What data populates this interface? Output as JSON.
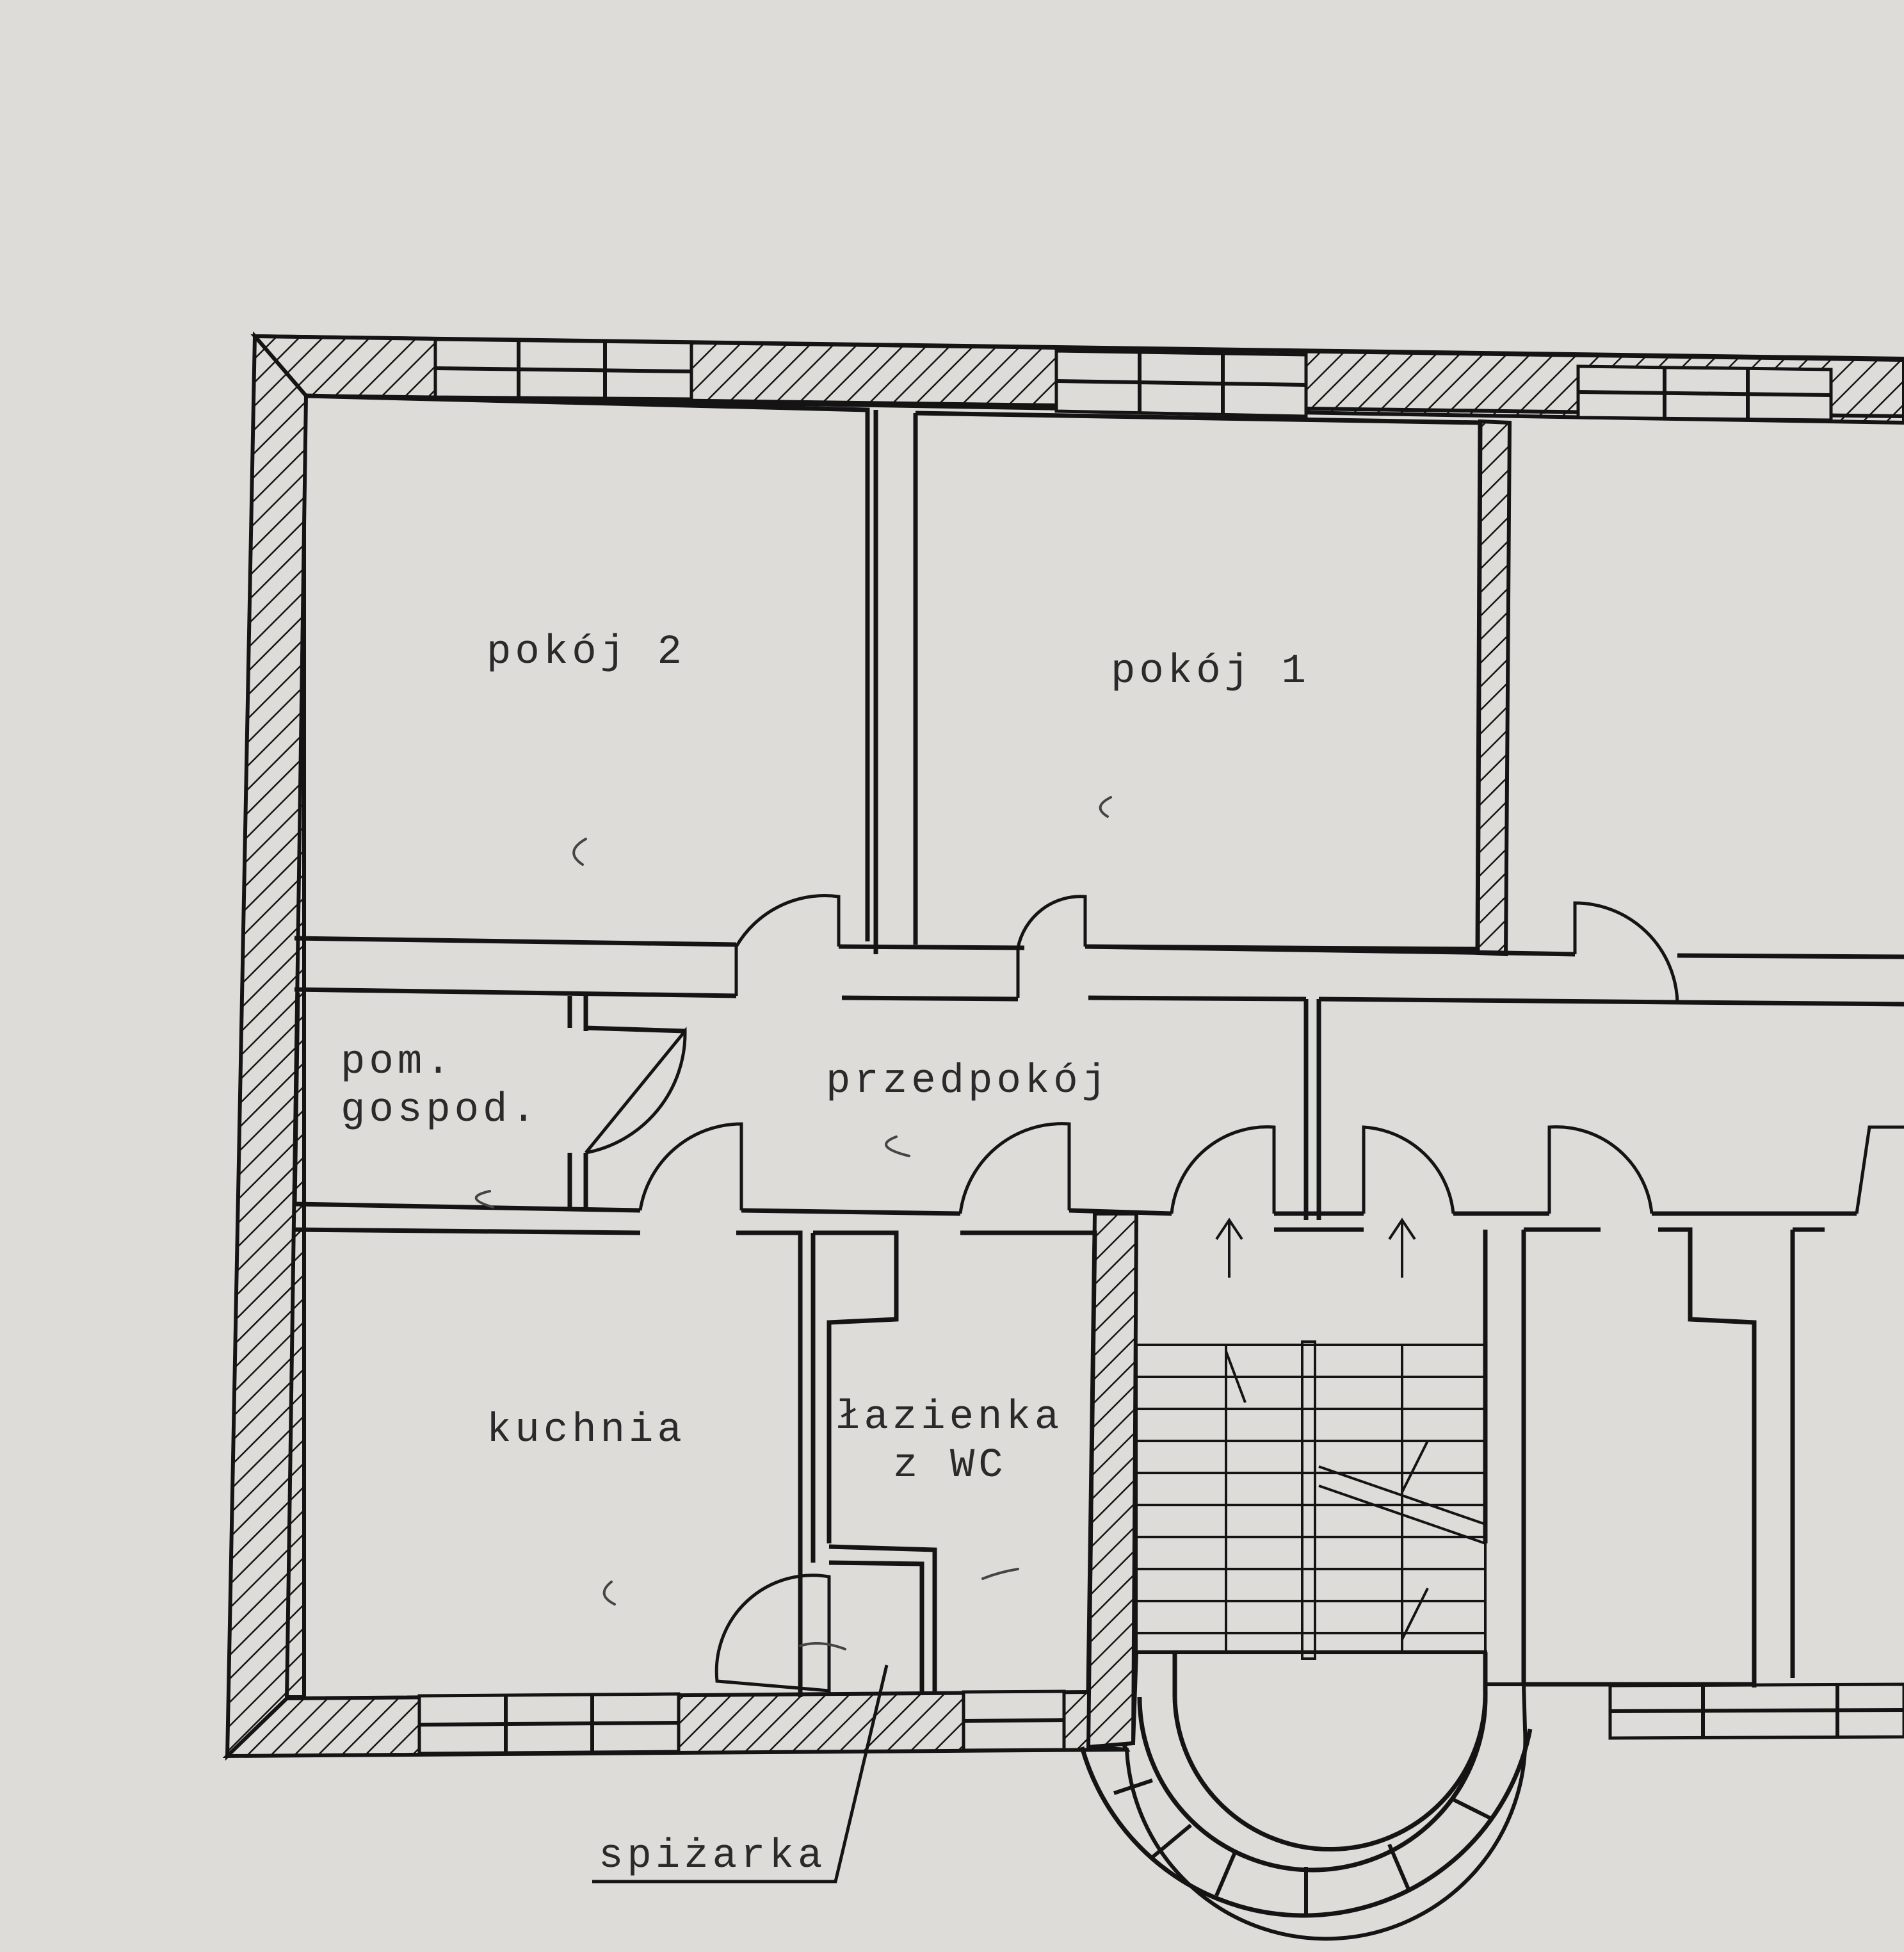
{
  "rooms": {
    "pokoj2": "pokój 2",
    "pokoj1": "pokój 1",
    "pom_line1": "pom.",
    "pom_line2": "gospod.",
    "przedpokoj": "przedpokój",
    "kuchnia": "kuchnia",
    "lazienka_line1": "łazienka",
    "lazienka_line2": "z WC",
    "spizarka": "spiżarka"
  },
  "colors": {
    "paper": "#dedcd8",
    "ink": "#141414"
  }
}
